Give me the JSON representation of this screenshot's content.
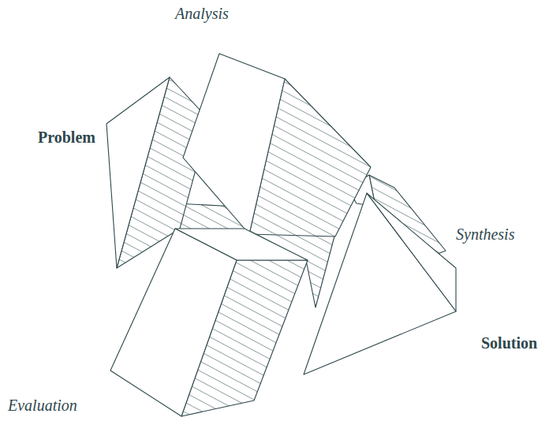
{
  "diagram": {
    "labels": [
      "Analysis",
      "Problem",
      "Synthesis",
      "Solution",
      "Evaluation"
    ]
  }
}
